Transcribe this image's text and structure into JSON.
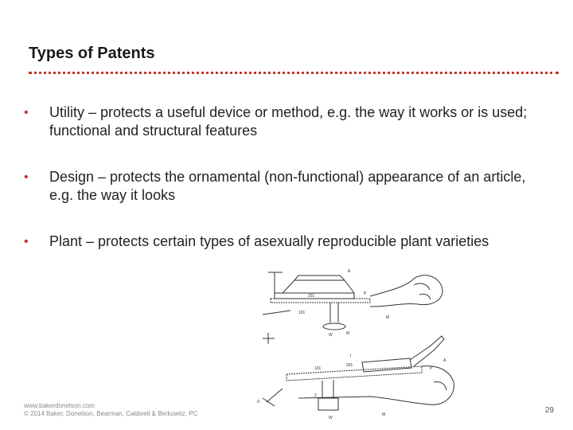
{
  "slide": {
    "title": "Types of Patents",
    "bullets": [
      {
        "symbol": "•",
        "text": "Utility – protects a useful device or method, e.g. the way it works or is used; functional and structural features"
      },
      {
        "symbol": "•",
        "text": "Design – protects the ornamental (non-functional) appearance of an article, e.g. the way it looks"
      },
      {
        "symbol": "•",
        "text": "Plant – protects certain types of asexually reproducible plant varieties"
      }
    ]
  },
  "illustration": {
    "labels": [
      "A",
      "P",
      "201",
      "101",
      "W",
      "M",
      "M",
      "I",
      "A",
      "P",
      "101",
      "201",
      "3",
      "W",
      "M",
      "D"
    ]
  },
  "footer": {
    "website": "www.bakerdonelson.com",
    "copyright": "© 2014 Baker, Donelson, Bearman, Caldwell & Berkowitz, PC",
    "page_number": "29"
  },
  "colors": {
    "accent": "#c0392b",
    "text": "#222222"
  }
}
